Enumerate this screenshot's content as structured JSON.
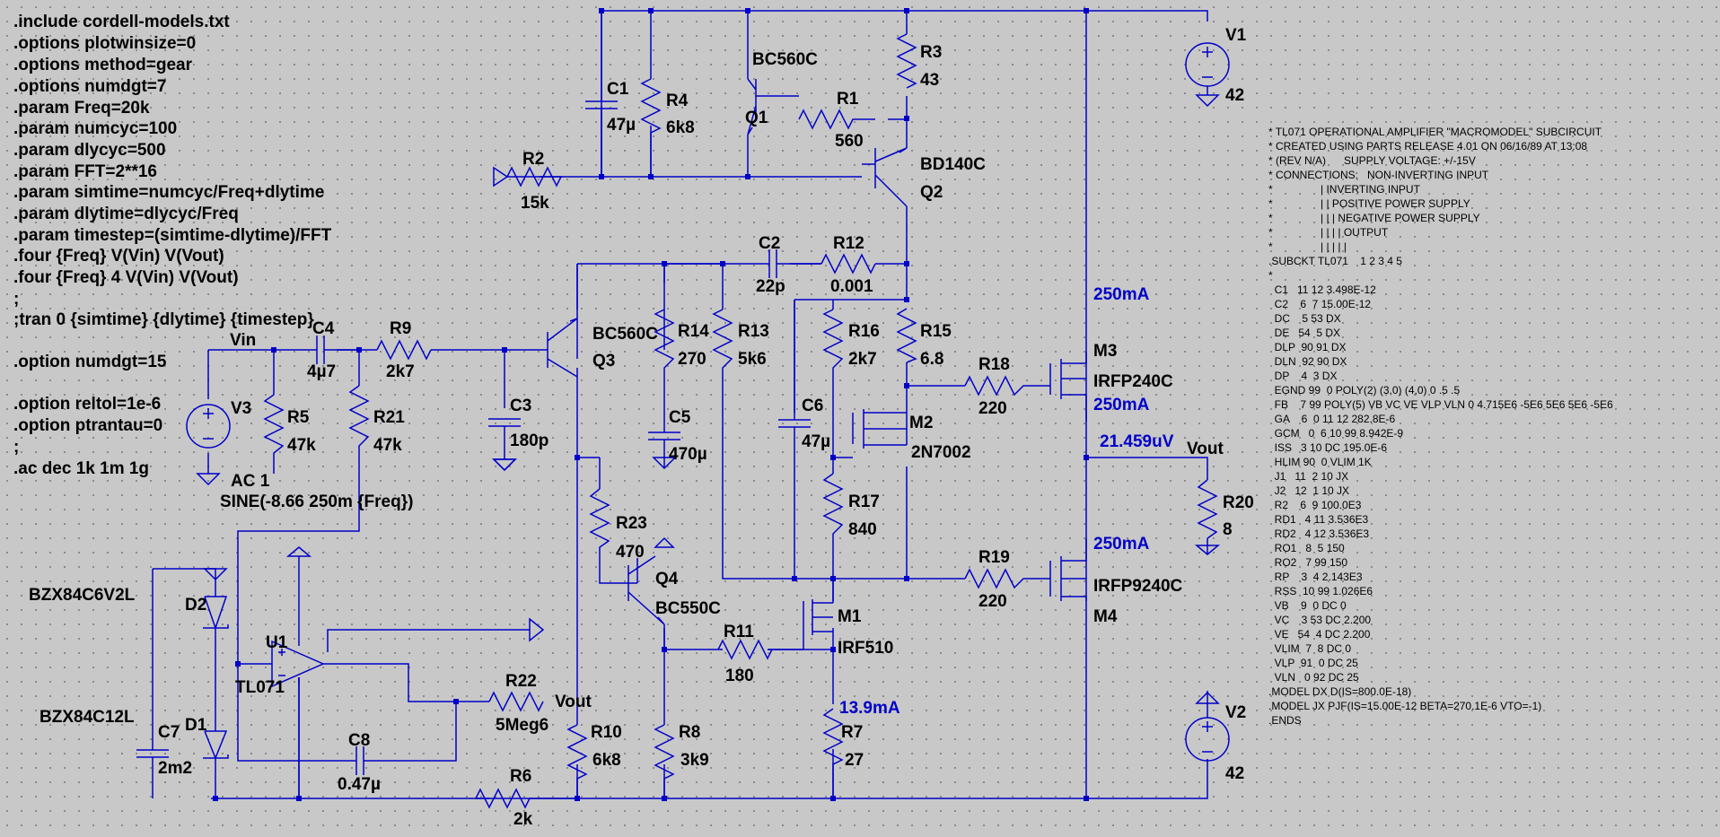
{
  "directives": [
    ".include cordell-models.txt",
    ".options plotwinsize=0",
    ".options method=gear",
    ".options numdgt=7",
    ".param Freq=20k",
    ".param numcyc=100",
    ".param dlycyc=500",
    ".param FFT=2**16",
    ".param simtime=numcyc/Freq+dlytime",
    ".param dlytime=dlycyc/Freq",
    ".param timestep=(simtime-dlytime)/FFT",
    ".four {Freq} V(Vin) V(Vout)",
    ".four {Freq} 4 V(Vin) V(Vout)",
    ";",
    ";tran 0 {simtime} {dlytime} {timestep}",
    "",
    ".option numdgt=15",
    "",
    ".option reltol=1e-6",
    ".option ptrantau=0",
    ";",
    ".ac dec 1k 1m 1g"
  ],
  "subckt": [
    "* TL071 OPERATIONAL AMPLIFIER \"MACROMODEL\" SUBCIRCUIT",
    "* CREATED USING PARTS RELEASE 4.01 ON 06/16/89 AT 13:08",
    "* (REV N/A)      SUPPLY VOLTAGE: +/-15V",
    "* CONNECTIONS:   NON-INVERTING INPUT",
    "*                | INVERTING INPUT",
    "*                | | POSITIVE POWER SUPPLY",
    "*                | | | NEGATIVE POWER SUPPLY",
    "*                | | | | OUTPUT",
    "*                | | | | |",
    ".SUBCKT TL071    1 2 3 4 5",
    "*",
    "  C1   11 12 3.498E-12",
    "  C2    6  7 15.00E-12",
    "  DC    5 53 DX",
    "  DE   54  5 DX",
    "  DLP  90 91 DX",
    "  DLN  92 90 DX",
    "  DP    4  3 DX",
    "  EGND 99  0 POLY(2) (3,0) (4,0) 0 .5 .5",
    "  FB    7 99 POLY(5) VB VC VE VLP VLN 0 4.715E6 -5E6 5E6 5E6 -5E6",
    "  GA    6  0 11 12 282.8E-6",
    "  GCM   0  6 10 99 8.942E-9",
    "  ISS   3 10 DC 195.0E-6",
    "  HLIM 90  0 VLIM 1K",
    "  J1   11  2 10 JX",
    "  J2   12  1 10 JX",
    "  R2    6  9 100.0E3",
    "  RD1   4 11 3.536E3",
    "  RD2   4 12 3.536E3",
    "  RO1   8  5 150",
    "  RO2   7 99 150",
    "  RP    3  4 2.143E3",
    "  RSS  10 99 1.026E6",
    "  VB    9  0 DC 0",
    "  VC    3 53 DC 2.200",
    "  VE   54  4 DC 2.200",
    "  VLIM  7  8 DC 0",
    "  VLP  91  0 DC 25",
    "  VLN   0 92 DC 25",
    ".MODEL DX D(IS=800.0E-18)",
    ".MODEL JX PJF(IS=15.00E-12 BETA=270.1E-6 VTO=-1)",
    ".ENDS"
  ],
  "components": {
    "V1": {
      "name": "V1",
      "value": "42"
    },
    "V2": {
      "name": "V2",
      "value": "42"
    },
    "V3": {
      "name": "V3",
      "value": "AC 1",
      "value2": "SINE(-8.66 250m {Freq})"
    },
    "R1": {
      "name": "R1",
      "value": "560"
    },
    "R2": {
      "name": "R2",
      "value": "15k"
    },
    "R3": {
      "name": "R3",
      "value": "43"
    },
    "R4": {
      "name": "R4",
      "value": "6k8"
    },
    "R5": {
      "name": "R5",
      "value": "47k"
    },
    "R6": {
      "name": "R6",
      "value": "2k"
    },
    "R7": {
      "name": "R7",
      "value": "27"
    },
    "R8": {
      "name": "R8",
      "value": "3k9"
    },
    "R9": {
      "name": "R9",
      "value": "2k7"
    },
    "R10": {
      "name": "R10",
      "value": "6k8"
    },
    "R11": {
      "name": "R11",
      "value": "180"
    },
    "R12": {
      "name": "R12",
      "value": "0.001"
    },
    "R13": {
      "name": "R13",
      "value": "5k6"
    },
    "R14": {
      "name": "R14",
      "value": "270"
    },
    "R15": {
      "name": "R15",
      "value": "6.8"
    },
    "R16": {
      "name": "R16",
      "value": "2k7"
    },
    "R17": {
      "name": "R17",
      "value": "840"
    },
    "R18": {
      "name": "R18",
      "value": "220"
    },
    "R19": {
      "name": "R19",
      "value": "220"
    },
    "R20": {
      "name": "R20",
      "value": "8"
    },
    "R21": {
      "name": "R21",
      "value": "47k"
    },
    "R22": {
      "name": "R22",
      "value": "5Meg6"
    },
    "R23": {
      "name": "R23",
      "value": "470"
    },
    "C1": {
      "name": "C1",
      "value": "47µ"
    },
    "C2": {
      "name": "C2",
      "value": "22p"
    },
    "C3": {
      "name": "C3",
      "value": "180p"
    },
    "C4": {
      "name": "C4",
      "value": "4µ7"
    },
    "C5": {
      "name": "C5",
      "value": "470µ"
    },
    "C6": {
      "name": "C6",
      "value": "47µ"
    },
    "C7": {
      "name": "C7",
      "value": "2m2"
    },
    "C8": {
      "name": "C8",
      "value": "0.47µ"
    },
    "Q1": {
      "name": "Q1",
      "value": "BC560C"
    },
    "Q2": {
      "name": "Q2",
      "value": "BD140C"
    },
    "Q3": {
      "name": "Q3",
      "value": "BC560C"
    },
    "Q4": {
      "name": "Q4",
      "value": "BC550C"
    },
    "M1": {
      "name": "M1",
      "value": "IRF510"
    },
    "M2": {
      "name": "M2",
      "value": "2N7002"
    },
    "M3": {
      "name": "M3",
      "value": "IRFP240C"
    },
    "M4": {
      "name": "M4",
      "value": "IRFP9240C"
    },
    "D1": {
      "name": "D1",
      "value": "BZX84C12L"
    },
    "D2": {
      "name": "D2",
      "value": "BZX84C6V2L"
    },
    "U1": {
      "name": "U1",
      "value": "TL071"
    }
  },
  "nets": {
    "vin": "Vin",
    "vout": "Vout",
    "vout_fb": "Vout"
  },
  "measurements": {
    "m3_current": "250mA",
    "m3_current_b": "250mA",
    "out_voltage": "21.459uV",
    "m4_current": "250mA",
    "m1_current": "13.9mA"
  },
  "colors": {
    "background": "#c8c8c8",
    "wire": "#0000c8",
    "measurement": "#0000c8",
    "text": "#000000"
  }
}
